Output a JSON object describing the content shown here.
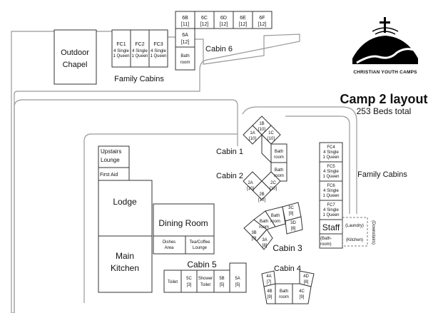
{
  "header": {
    "title": "Camp 2 layout",
    "subtitle": "253 Beds total"
  },
  "logo": {
    "text": "CHRISTIAN YOUTH CAMPS",
    "icon": "cross-mountain-icon",
    "color": "#000000"
  },
  "areas": {
    "outdoor_chapel": [
      "Outdoor",
      "Chapel"
    ],
    "family_cabins_top": "Family Cabins",
    "family_cabins_right": "Family Cabins",
    "lodge": "Lodge",
    "main_kitchen": [
      "Main",
      "Kitchen"
    ],
    "dining_room": "Dining Room",
    "dishes_area": [
      "Dishes",
      "Area"
    ],
    "tea_coffee_lounge": [
      "Tea/Coffee",
      "Lounge"
    ],
    "upstairs_lounge": [
      "Upstairs",
      "Lounge"
    ],
    "first_aid": "First Aid",
    "staff": "Staff",
    "staff_bathroom": [
      "(Bath-",
      "room)"
    ],
    "laundry": "(Laundry)",
    "kitchen_small": "(Kitchen)",
    "downstairs": "(Downstairs)"
  },
  "cabin_labels": {
    "cabin1": "Cabin 1",
    "cabin2": "Cabin 2",
    "cabin3": "Cabin 3",
    "cabin4": "Cabin 4",
    "cabin5": "Cabin 5",
    "cabin6": "Cabin 6"
  },
  "family_cabins_top": [
    {
      "name": "FC1",
      "beds": [
        "4 Single",
        "1 Queen"
      ]
    },
    {
      "name": "FC2",
      "beds": [
        "4 Single",
        "1 Queen"
      ]
    },
    {
      "name": "FC3",
      "beds": [
        "4 Single",
        "1 Queen"
      ]
    }
  ],
  "family_cabins_right": [
    {
      "name": "FC4",
      "beds": [
        "4 Single",
        "1 Queen"
      ]
    },
    {
      "name": "FC5",
      "beds": [
        "4 Single",
        "1 Queen"
      ]
    },
    {
      "name": "FC6",
      "beds": [
        "4 Single",
        "1 Queen"
      ]
    },
    {
      "name": "FC7",
      "beds": [
        "4 Single",
        "1 Queen"
      ]
    }
  ],
  "cabin6_rooms": [
    {
      "name": "6B",
      "beds": "[11]"
    },
    {
      "name": "6C",
      "beds": "[12]"
    },
    {
      "name": "6D",
      "beds": "[12]"
    },
    {
      "name": "6E",
      "beds": "[12]"
    },
    {
      "name": "6F",
      "beds": "[12]"
    },
    {
      "name": "6A",
      "beds": "[12]"
    }
  ],
  "cabin6_bathroom": [
    "Bath",
    "room"
  ],
  "cabin12_rooms": [
    {
      "name": "1B",
      "beds": "[10]"
    },
    {
      "name": "1A",
      "beds": "[10]"
    },
    {
      "name": "1C",
      "beds": "[10]"
    },
    {
      "name": "2A",
      "beds": "[10]"
    },
    {
      "name": "2B",
      "beds": "[10]"
    },
    {
      "name": "2C",
      "beds": "[10]"
    }
  ],
  "cabin12_bathrooms": [
    [
      "Bath",
      "room"
    ],
    [
      "Bath",
      "room"
    ]
  ],
  "cabin3_rooms": [
    {
      "name": "3C",
      "beds": "[9]"
    },
    {
      "name": "3D",
      "beds": "[8]"
    },
    {
      "name": "3B",
      "beds": "[9]"
    },
    {
      "name": "3A",
      "beds": "[8]"
    }
  ],
  "cabin3_bathrooms": [
    [
      "Bath",
      "room"
    ],
    [
      "Bath",
      "room"
    ]
  ],
  "cabin4_rooms": [
    {
      "name": "4A",
      "beds": "[7]"
    },
    {
      "name": "4D",
      "beds": "[8]"
    },
    {
      "name": "4B",
      "beds": "[9]"
    },
    {
      "name": "4C",
      "beds": "[9]"
    }
  ],
  "cabin4_bathroom": [
    "Bath",
    "room"
  ],
  "cabin5_rooms": [
    {
      "name": "5C",
      "beds": "[3]"
    },
    {
      "name": "5B",
      "beds": "[5]"
    },
    {
      "name": "5A",
      "beds": "[5]"
    }
  ],
  "cabin5_toilet": "Toilet",
  "cabin5_shower": [
    "Shower",
    "Toilet"
  ]
}
